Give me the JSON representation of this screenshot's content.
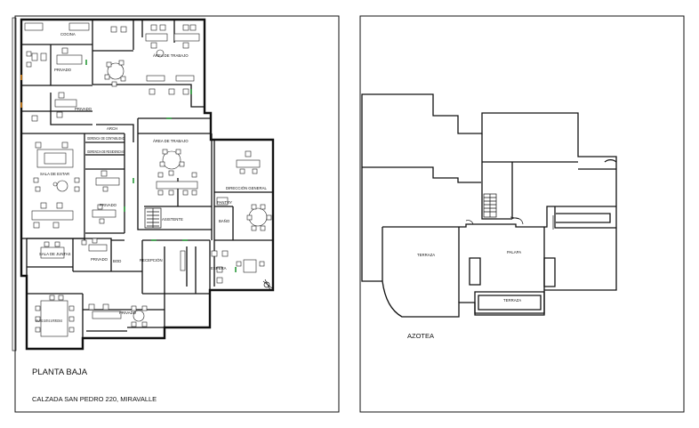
{
  "ground_floor": {
    "title": "PLANTA BAJA",
    "address": "CALZADA SAN PEDRO 220, MIRAVALLE",
    "rooms": {
      "kitchen": "COCINA",
      "private_top": "PRIVADO",
      "work_area_top": "ÁREA DE TRABAJO",
      "private_mid": "PRIVADO",
      "archive": "ARCH",
      "accounting": "GERENCIA DE CONTABILIDAD",
      "management": "GERENCIA DE RESIDENCIAS",
      "work_area_center": "ÁREA DE TRABAJO",
      "lounge": "SALA DE ESTAR",
      "private_left": "PRIVADO",
      "general_direction": "DIRECCIÓN GENERAL",
      "pantry": "PANTRY",
      "assistant": "ASISTENTE",
      "toilet": "BAÑO",
      "meeting_room_small": "SALA DE JUNTAS",
      "private_small": "PRIVADO",
      "storage": "BOD",
      "reception": "RECEPCIÓN",
      "waiting": "ESPERA",
      "meeting_room_large": "SALA DE JUNTAS 16 PERSONAS",
      "private_bottom": "PRIVADO"
    }
  },
  "roof": {
    "title": "AZOTEA",
    "areas": {
      "terrace_left": "TERRAZA",
      "parapet": "PALAPA",
      "terrace_bottom": "TERRAZA"
    }
  }
}
